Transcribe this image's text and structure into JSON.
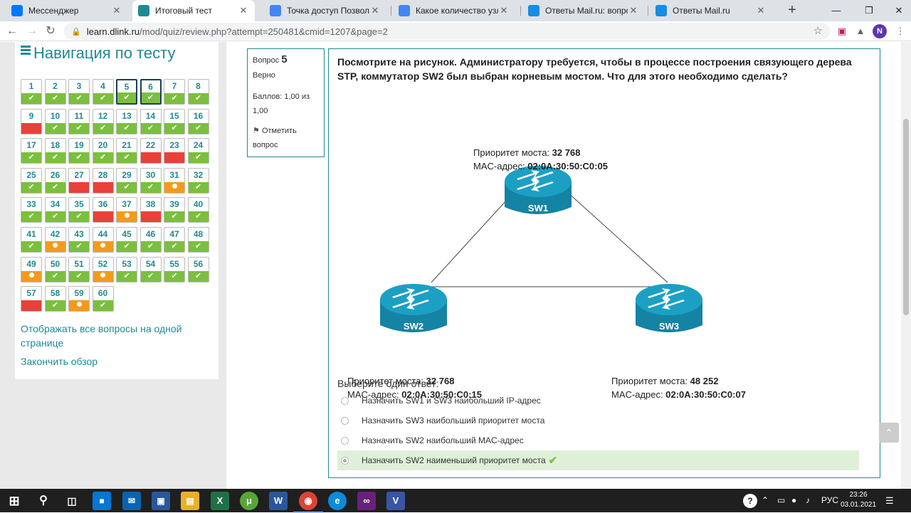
{
  "browser": {
    "tabs": [
      {
        "title": "Мессенджер",
        "favicon": "messenger-icon",
        "color": "#0078ff"
      },
      {
        "title": "Итоговый тест",
        "favicon": "dlink-icon",
        "color": "#1f8a93",
        "active": true
      },
      {
        "title": "Точка доступ Позволяет об",
        "favicon": "google-icon",
        "color": "#4285f4"
      },
      {
        "title": "Какое количество узлов до",
        "favicon": "google-icon",
        "color": "#4285f4"
      },
      {
        "title": "Ответы Mail.ru: вопрос",
        "favicon": "mailru-answers-icon",
        "color": "#168de2"
      },
      {
        "title": "Ответы Mail.ru",
        "favicon": "mailru-answers-icon",
        "color": "#168de2"
      }
    ],
    "url_host": "learn.dlink.ru",
    "url_path": "/mod/quiz/review.php?attempt=250481&cmid=1207&page=2",
    "profile_initial": "N"
  },
  "nav": {
    "title": "Навигация по тесту",
    "questions": [
      {
        "n": "1",
        "s": "correct"
      },
      {
        "n": "2",
        "s": "correct"
      },
      {
        "n": "3",
        "s": "correct"
      },
      {
        "n": "4",
        "s": "correct"
      },
      {
        "n": "5",
        "s": "correct",
        "current": true
      },
      {
        "n": "6",
        "s": "correct",
        "current": true
      },
      {
        "n": "7",
        "s": "correct"
      },
      {
        "n": "8",
        "s": "correct"
      },
      {
        "n": "9",
        "s": "wrong"
      },
      {
        "n": "10",
        "s": "correct"
      },
      {
        "n": "11",
        "s": "correct"
      },
      {
        "n": "12",
        "s": "correct"
      },
      {
        "n": "13",
        "s": "correct"
      },
      {
        "n": "14",
        "s": "correct"
      },
      {
        "n": "15",
        "s": "correct"
      },
      {
        "n": "16",
        "s": "correct"
      },
      {
        "n": "17",
        "s": "correct"
      },
      {
        "n": "18",
        "s": "correct"
      },
      {
        "n": "19",
        "s": "correct"
      },
      {
        "n": "20",
        "s": "correct"
      },
      {
        "n": "21",
        "s": "correct"
      },
      {
        "n": "22",
        "s": "wrong"
      },
      {
        "n": "23",
        "s": "wrong"
      },
      {
        "n": "24",
        "s": "correct"
      },
      {
        "n": "25",
        "s": "correct"
      },
      {
        "n": "26",
        "s": "correct"
      },
      {
        "n": "27",
        "s": "wrong"
      },
      {
        "n": "28",
        "s": "wrong"
      },
      {
        "n": "29",
        "s": "correct"
      },
      {
        "n": "30",
        "s": "correct"
      },
      {
        "n": "31",
        "s": "partial"
      },
      {
        "n": "32",
        "s": "correct"
      },
      {
        "n": "33",
        "s": "correct"
      },
      {
        "n": "34",
        "s": "correct"
      },
      {
        "n": "35",
        "s": "correct"
      },
      {
        "n": "36",
        "s": "wrong"
      },
      {
        "n": "37",
        "s": "partial"
      },
      {
        "n": "38",
        "s": "wrong"
      },
      {
        "n": "39",
        "s": "correct"
      },
      {
        "n": "40",
        "s": "correct"
      },
      {
        "n": "41",
        "s": "correct"
      },
      {
        "n": "42",
        "s": "partial"
      },
      {
        "n": "43",
        "s": "correct"
      },
      {
        "n": "44",
        "s": "partial"
      },
      {
        "n": "45",
        "s": "correct"
      },
      {
        "n": "46",
        "s": "correct"
      },
      {
        "n": "47",
        "s": "correct"
      },
      {
        "n": "48",
        "s": "correct"
      },
      {
        "n": "49",
        "s": "partial"
      },
      {
        "n": "50",
        "s": "correct"
      },
      {
        "n": "51",
        "s": "correct"
      },
      {
        "n": "52",
        "s": "partial"
      },
      {
        "n": "53",
        "s": "correct"
      },
      {
        "n": "54",
        "s": "correct"
      },
      {
        "n": "55",
        "s": "correct"
      },
      {
        "n": "56",
        "s": "correct"
      },
      {
        "n": "57",
        "s": "wrong"
      },
      {
        "n": "58",
        "s": "correct"
      },
      {
        "n": "59",
        "s": "partial"
      },
      {
        "n": "60",
        "s": "correct"
      }
    ],
    "show_all_link": "Отображать все вопросы на одной странице",
    "finish_link": "Закончить обзор"
  },
  "info": {
    "question_label": "Вопрос",
    "question_number": "5",
    "status": "Верно",
    "score": "Баллов: 1,00 из 1,00",
    "flag": "Отметить вопрос"
  },
  "question": {
    "text": "Посмотрите на рисунок. Администратору требуется, чтобы в процессе построения связующего дерева STP, коммутатор SW2 был выбран корневым мостом. Что для этого необходимо сделать?",
    "switches": [
      {
        "name": "SW1",
        "priority_label": "Приоритет моста:",
        "priority": "32 768",
        "mac_label": "MAC-адрес:",
        "mac": "02:0A:30:50:C0:05"
      },
      {
        "name": "SW2",
        "priority_label": "Приоритет моста:",
        "priority": "32 768",
        "mac_label": "MAC-адрес:",
        "mac": "02:0A:30:50:C0:15"
      },
      {
        "name": "SW3",
        "priority_label": "Приоритет моста:",
        "priority": "48 252",
        "mac_label": "MAC-адрес:",
        "mac": "02:0A:30:50:C0:07"
      }
    ],
    "switch_color": "#1ba0c4",
    "choose_label": "Выберите один ответ:",
    "options": [
      {
        "label": "Назначить SW1 и SW3 наибольший IP-адрес",
        "selected": false,
        "correct": false
      },
      {
        "label": "Назначить SW3 наибольший приоритет моста",
        "selected": false,
        "correct": false
      },
      {
        "label": "Назначить SW2 наибольший MAC-адрес",
        "selected": false,
        "correct": false
      },
      {
        "label": "Назначить SW2 наименьший приоритет моста",
        "selected": true,
        "correct": true
      }
    ]
  },
  "taskbar": {
    "lang": "РУС",
    "time": "23:26",
    "date": "03.01.2021"
  }
}
